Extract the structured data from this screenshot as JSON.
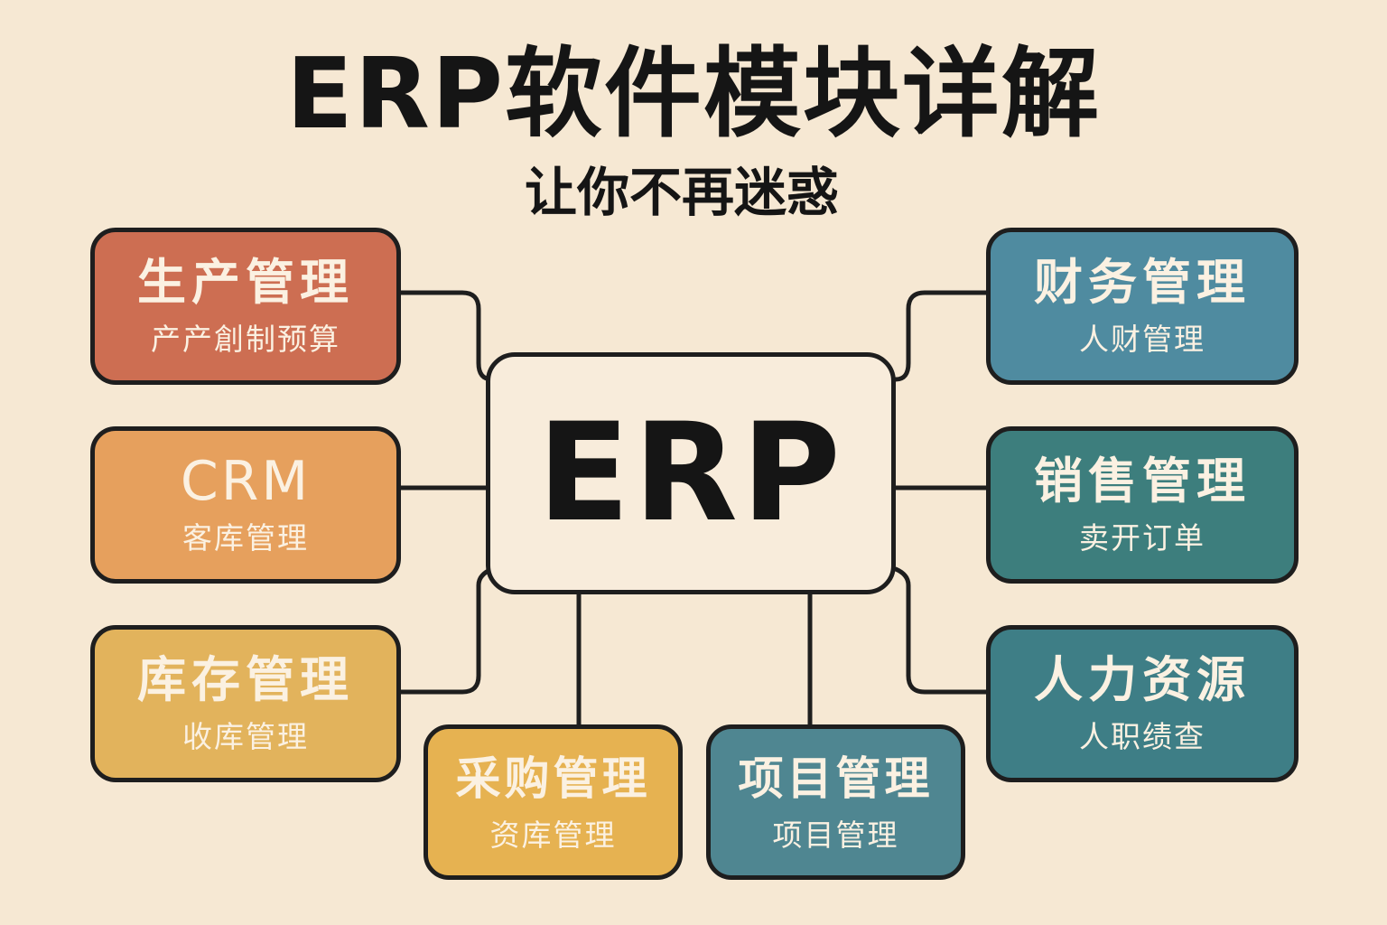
{
  "title": "ERP软件模块详解",
  "subtitle": "让你不再迷惑",
  "center": {
    "label": "ERP"
  },
  "modules": {
    "production": {
      "title": "生产管理",
      "subtitle": "产产創制预算",
      "color": "#cd6e52"
    },
    "crm": {
      "title": "CRM",
      "subtitle": "客库管理",
      "color": "#e6a05d"
    },
    "inventory": {
      "title": "库存管理",
      "subtitle": "收库管理",
      "color": "#e2b35c"
    },
    "purchase": {
      "title": "采购管理",
      "subtitle": "资库管理",
      "color": "#e6b251"
    },
    "project": {
      "title": "项目管理",
      "subtitle": "项目管理",
      "color": "#4f8691"
    },
    "finance": {
      "title": "财务管理",
      "subtitle": "人财管理",
      "color": "#4f8ba0"
    },
    "sales": {
      "title": "销售管理",
      "subtitle": "卖开订单",
      "color": "#3d7e7d"
    },
    "hr": {
      "title": "人力资源",
      "subtitle": "人职绩查",
      "color": "#3e7e86"
    }
  },
  "colors": {
    "background": "#f6e8d3",
    "line": "#1e1e1e",
    "text_light": "#fbf1e2"
  }
}
